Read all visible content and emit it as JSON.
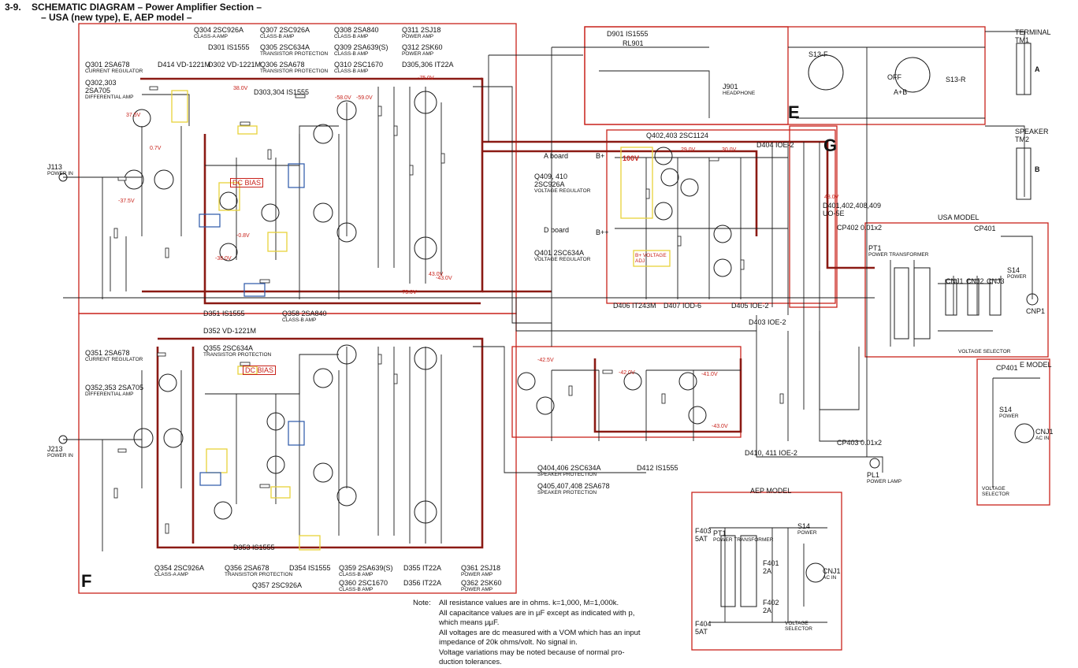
{
  "header": {
    "section": "3-9.",
    "title": "SCHEMATIC DIAGRAM – Power Amplifier Section –",
    "subtitle": "– USA (new type), E, AEP model –"
  },
  "sections": {
    "E": "E",
    "F": "F",
    "G": "G"
  },
  "colors": {
    "red": "#c8221b",
    "darkred": "#8b1a14",
    "yellow": "#e8d23a",
    "blue": "#2a56a8",
    "line": "#1a1a1a"
  },
  "upper_channel": {
    "q304": "Q304  2SC926A",
    "q304_sub": "CLASS-A AMP",
    "q307": "Q307  2SC926A",
    "q307_sub": "CLASS-B AMP",
    "q308": "Q308  2SA840",
    "q308_sub": "CLASS-B AMP",
    "q311": "Q311  2SJ18",
    "q311_sub": "POWER AMP",
    "d301": "D301  IS1555",
    "q305": "Q305  2SC634A",
    "q305_sub": "TRANSISTOR PROTECTION",
    "q309": "Q309  2SA639(S)",
    "q309_sub": "CLASS-B AMP",
    "q312": "Q312  2SK60",
    "q312_sub": "POWER AMP",
    "q301": "Q301  2SA678",
    "q301_sub": "CURRENT REGULATOR",
    "d414": "D414  VD-1221M",
    "d302": "D302  VD-1221M",
    "q306": "Q306  2SA678",
    "q306_sub": "TRANSISTOR PROTECTION",
    "q310": "Q310  2SC1670",
    "q310_sub": "CLASS-B AMP",
    "d305": "D305,306  IT22A",
    "q302": "Q302,303",
    "q302_type": "2SA705",
    "q302_sub": "DIFFERENTIAL AMP",
    "d303": "D303,304  IS1555",
    "jack": "J113",
    "jack_sub": "POWER IN",
    "d351": "D351  IS1555",
    "q358": "Q358  2SA840",
    "q358_sub": "CLASS-B AMP",
    "d352": "D352  VD-1221M",
    "dcbias": "DC BIAS"
  },
  "lower_channel": {
    "q351": "Q351  2SA678",
    "q351_sub": "CURRENT REGULATOR",
    "q355": "Q355  2SC634A",
    "q355_sub": "TRANSISTOR PROTECTION",
    "q352": "Q352,353  2SA705",
    "q352_sub": "DIFFERENTIAL AMP",
    "jack": "J213",
    "jack_sub": "POWER IN",
    "d353": "D353  IS1555",
    "q354": "Q354  2SC926A",
    "q354_sub": "CLASS-A AMP",
    "q356": "Q356  2SA678",
    "q356_sub": "TRANSISTOR PROTECTION",
    "d354": "D354  IS1555",
    "q359": "Q359  2SA639(S)",
    "q359_sub": "CLASS-B AMP",
    "d355": "D355  IT22A",
    "q361": "Q361  2SJ18",
    "q361_sub": "POWER AMP",
    "q357": "Q357  2SC926A",
    "q360": "Q360  2SC1670",
    "q360_sub": "CLASS-B AMP",
    "d356": "D356  IT22A",
    "q362": "Q362  2SK60",
    "q362_sub": "POWER AMP",
    "dcbias": "DC BIAS"
  },
  "middle": {
    "d901": "D901  IS1555",
    "rl901": "RL901",
    "headphone": "J901",
    "headphone_sub": "HEADPHONE",
    "q402": "Q402,403  2SC1124",
    "q409": "Q409, 410",
    "q409_type": "2SC926A",
    "q409_sub": "VOLTAGE REGULATOR",
    "q401": "Q401  2SC634A",
    "q401_sub": "VOLTAGE REGULATOR",
    "d404": "D404  IOE-2",
    "d401": "D401,402,408,409",
    "d401_type": "UO-5E",
    "d406": "D406  IT243M",
    "d407": "D407  IOD-6",
    "d405": "D405  IOE-2",
    "d403": "D403  IOE-2",
    "d410": "D410, 411  IOE-2",
    "q404": "Q404,406  2SC634A",
    "q404_sub": "SPEAKER PROTECTION",
    "q405": "Q405,407,408  2SA678",
    "q405_sub": "SPEAKER PROTECTION",
    "d412": "D412  IS1555",
    "a_board": "A board",
    "d_board": "D board",
    "b_plus": "B+",
    "b_plus_plus": "B++",
    "bvolt": "B+ VOLTAGE ADJ",
    "v100": "100V",
    "pl1": "PL1",
    "pl1_sub": "POWER LAMP"
  },
  "right": {
    "terminal": "TERMINAL",
    "terminal_sub": "TM1",
    "speaker": "SPEAKER",
    "speaker_sub": "TM2",
    "a": "A",
    "b": "B",
    "s13f": "S13-F",
    "s13r": "S13-R",
    "off": "OFF",
    "ab": "A+B",
    "usa_model": "USA MODEL",
    "pt1": "PT1",
    "pt1_sub": "POWER TRANSFORMER",
    "cp401": "CP401",
    "cp402": "CP402  0.01x2",
    "cp403": "CP403  0.01x2",
    "s14": "S14",
    "s14_sub": "POWER",
    "cnp1": "CNP1",
    "cnj1": "CNJ1",
    "cnj2": "CNJ2",
    "cnj3": "CNJ3",
    "e_model": "E MODEL",
    "cnj1_ac": "CNJ1",
    "cnj1_ac_sub": "AC IN",
    "voltage_selector": "VOLTAGE SELECTOR",
    "aep_model": "AEP MODEL",
    "f403": "F403",
    "f403_sub": "5AT",
    "f404": "F404",
    "f404_sub": "5AT",
    "f401": "F401",
    "f401_sub": "2A",
    "f402": "F402",
    "f402_sub": "2A"
  },
  "notes": {
    "label": "Note:",
    "lines": [
      "All resistance values are in ohms.  k=1,000, M=1,000k.",
      "All capacitance values are in µF except as indicated with p,",
      "which means µµF.",
      "All voltages are dc measured with a VOM which has an input",
      "impedance of 20k ohms/volt.  No signal in.",
      "Voltage variations may be noted because of normal pro-",
      "duction tolerances."
    ]
  },
  "voltages": [
    "-75.0V",
    "-59.0V",
    "-58.0V",
    "38.0V",
    "37.5V",
    "0.7V",
    "-37.5V",
    "-38.0V",
    "-0.8V",
    "43.0V",
    "-43.0V",
    "-75.0V",
    "29.0V",
    "30.0V",
    "-42.5V",
    "43.0V",
    "-42.0V",
    "-41.0V",
    "-43.0V"
  ]
}
